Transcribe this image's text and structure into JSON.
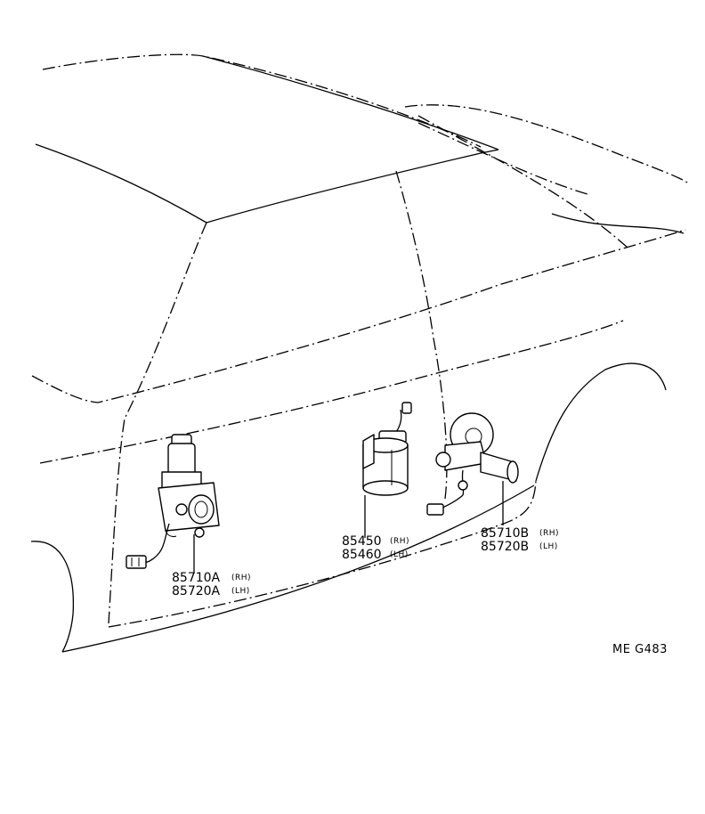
{
  "labels": {
    "front_motor": {
      "rh_number": "85710A",
      "rh_side": "(RH)",
      "lh_number": "85720A",
      "lh_side": "(LH)"
    },
    "actuator": {
      "rh_number": "85450",
      "rh_side": "(RH)",
      "lh_number": "85460",
      "lh_side": "(LH)"
    },
    "rear_motor": {
      "rh_number": "85710B",
      "rh_side": "(RH)",
      "lh_number": "85720B",
      "lh_side": "(LH)"
    }
  },
  "diagram_code": "ME G483"
}
